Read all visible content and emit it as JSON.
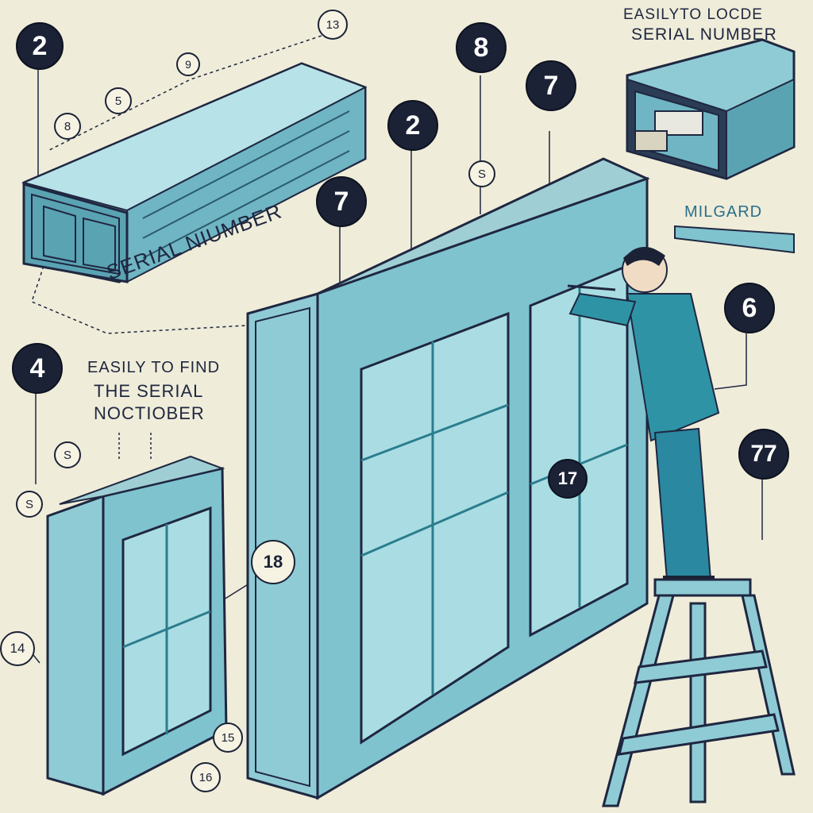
{
  "texts": {
    "top_right_line1": "EASILYTO LOCDE",
    "top_right_line2": "SERIAL NUMBER",
    "serial_diag": "SERIAL NIUMBER",
    "find_line1": "EASILY TO FIND",
    "find_line2": "THE SERIAL",
    "find_line3": "NOCTIOBER",
    "brand": "MILGARD"
  },
  "callouts": {
    "c_2_topleft": "2",
    "c_13_top": "13",
    "c_9_a": "9",
    "c_5_a": "5",
    "c_8_a": "8",
    "c_8_big": "8",
    "c_7_right": "7",
    "c_2_mid": "2",
    "c_s_mid": "S",
    "c_7_mid": "7",
    "c_6": "6",
    "c_4": "4",
    "c_s_a": "S",
    "c_s_b": "S",
    "c_17_window": "17",
    "c_77": "77",
    "c_18": "18",
    "c_14": "14",
    "c_15": "15",
    "c_16": "16"
  },
  "colors": {
    "background": "#efecd9",
    "frame_teal": "#7fc3cf",
    "frame_dark": "#2a3a52",
    "glass": "#a9dde3",
    "suit": "#2f93a6",
    "callout_dark": "#1b2235"
  }
}
